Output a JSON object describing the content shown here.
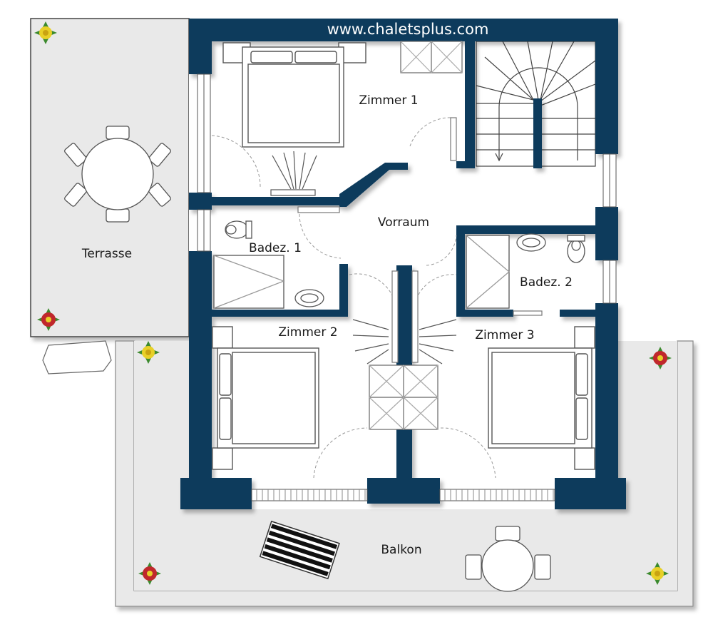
{
  "header": {
    "website": "www.chaletsplus.com"
  },
  "rooms": {
    "zimmer1": "Zimmer 1",
    "vorraum": "Vorraum",
    "badez1": "Badez. 1",
    "badez2": "Badez. 2",
    "zimmer2": "Zimmer 2",
    "zimmer3": "Zimmer 3",
    "terrasse": "Terrasse",
    "balkon": "Balkon"
  },
  "colors": {
    "wall": "#0d3a5c",
    "floor": "#ffffff",
    "outdoor": "#e9e9e9",
    "furniture_stroke": "#555555",
    "flower_red": "#c0282c",
    "flower_yellow": "#e8d028",
    "leaf": "#3c8a2e"
  }
}
